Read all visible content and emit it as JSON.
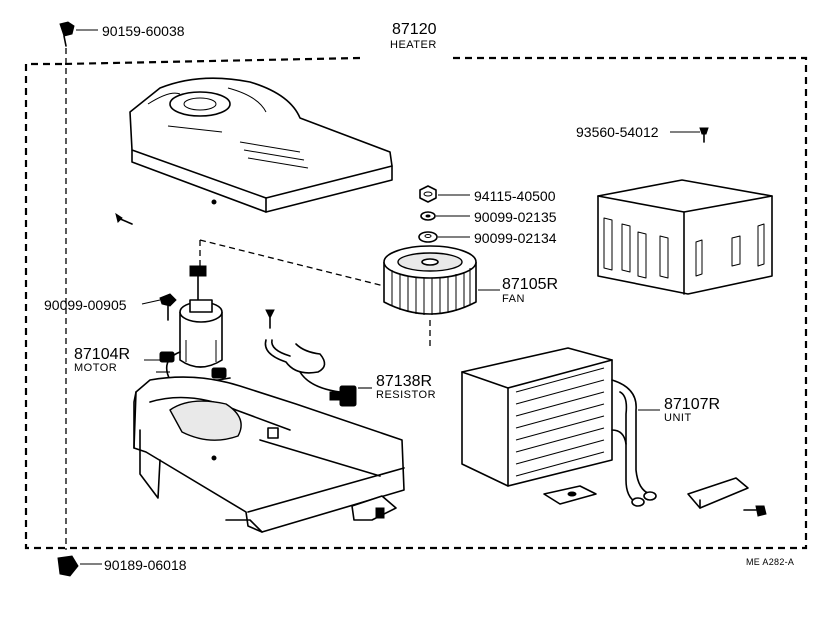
{
  "assembly": {
    "part_number": "87120",
    "name": "HEATER"
  },
  "parts": [
    {
      "id": "p-90159-60038",
      "number": "90159-60038"
    },
    {
      "id": "p-93560-54012",
      "number": "93560-54012"
    },
    {
      "id": "p-94115-40500",
      "number": "94115-40500"
    },
    {
      "id": "p-90099-02135",
      "number": "90099-02135"
    },
    {
      "id": "p-90099-02134",
      "number": "90099-02134"
    },
    {
      "id": "p-87105R",
      "number": "87105R",
      "name": "FAN"
    },
    {
      "id": "p-90099-00905",
      "number": "90099-00905"
    },
    {
      "id": "p-87104R",
      "number": "87104R",
      "name": "MOTOR"
    },
    {
      "id": "p-87138R",
      "number": "87138R",
      "name": "RESISTOR"
    },
    {
      "id": "p-87107R",
      "number": "87107R",
      "name": "UNIT"
    },
    {
      "id": "p-90189-06018",
      "number": "90189-06018"
    }
  ],
  "drawing_code": "ME  A282-A"
}
